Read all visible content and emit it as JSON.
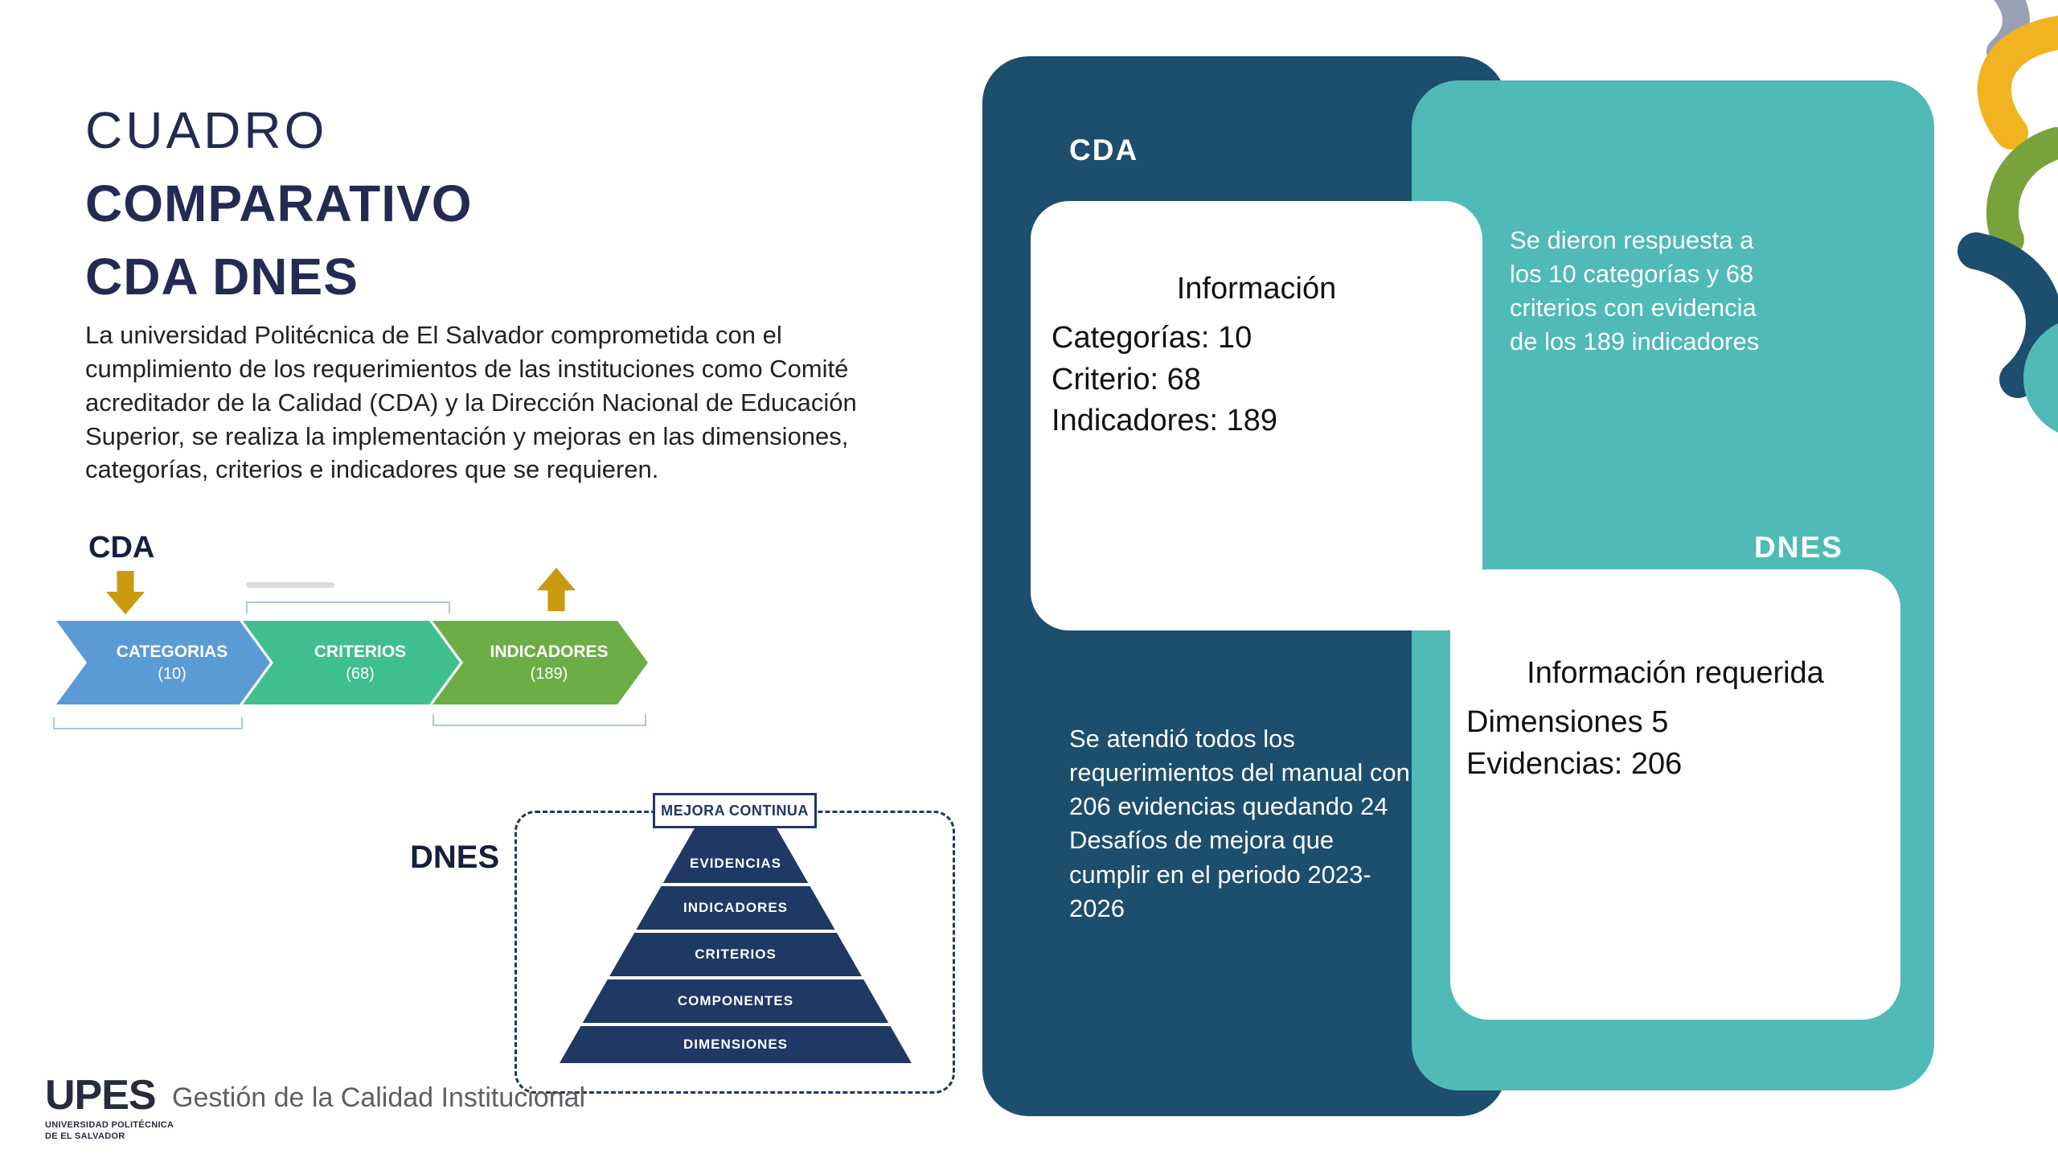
{
  "slide": {
    "title": [
      "CUADRO",
      "COMPARATIVO",
      "CDA DNES"
    ],
    "intro": "La universidad Politécnica de El Salvador comprometida con el cumplimiento de los requerimientos de las instituciones como Comité acreditador de la Calidad (CDA) y la Dirección Nacional de Educación Superior, se realiza la implementación y mejoras en las dimensiones, categorías, criterios e indicadores que se requieren."
  },
  "cda_diagram": {
    "label": "CDA",
    "steps": [
      {
        "name": "CATEGORIAS",
        "value": "(10)"
      },
      {
        "name": "CRITERIOS",
        "value": "(68)"
      },
      {
        "name": "INDICADORES",
        "value": "(189)"
      }
    ]
  },
  "dnes_diagram": {
    "label": "DNES",
    "top_box": "MEJORA CONTINUA",
    "layers": [
      "EVIDENCIAS",
      "INDICADORES",
      "CRITERIOS",
      "COMPONENTES",
      "DIMENSIONES"
    ]
  },
  "cda_panel": {
    "label": "CDA",
    "card_title": "Información",
    "card_lines": [
      "Categorías:  10",
      "Criterio: 68",
      "Indicadores: 189"
    ],
    "note": "Se atendió todos los requerimientos del manual con 206 evidencias quedando 24 Desafíos de mejora que cumplir en el periodo 2023-2026"
  },
  "dnes_panel": {
    "label": "DNES",
    "note": "Se dieron respuesta a los 10 categorías y 68 criterios con evidencia de los 189 indicadores",
    "card_title": "Información requerida",
    "card_lines": [
      "Dimensiones 5",
      "Evidencias: 206"
    ]
  },
  "footer": {
    "logo_text": "UPES",
    "logo_sub1": "UNIVERSIDAD POLITÉCNICA",
    "logo_sub2": "DE EL SALVADOR",
    "caption": "Gestión de la Calidad Institucional"
  },
  "colors": {
    "navy_title": "#232b52",
    "panel_dark": "#1d4e6d",
    "panel_teal": "#4fbab6",
    "pyramid_navy": "#1f3864",
    "chevron_blue": "#5b9bd5",
    "chevron_green": "#3fbf8e",
    "chevron_olive": "#6cae45",
    "arrow_gold": "#c9990f",
    "decor_yellow": "#f2b321",
    "decor_green": "#7aa23c"
  }
}
